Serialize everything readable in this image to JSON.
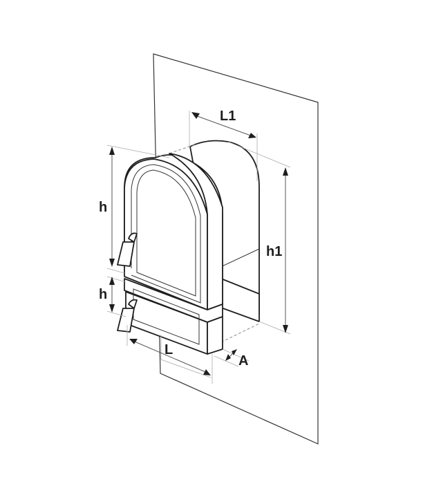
{
  "diagram": {
    "type": "technical-dimension-drawing",
    "subject": "fireplace door with ash-pit door mounted on wall panel",
    "labels": {
      "door_height": "h",
      "ashpit_height": "h",
      "width_top": "L1",
      "total_height": "h1",
      "width_bottom": "L",
      "depth": "A"
    },
    "colors": {
      "line": "#1e1e1e",
      "background": "#ffffff"
    }
  }
}
